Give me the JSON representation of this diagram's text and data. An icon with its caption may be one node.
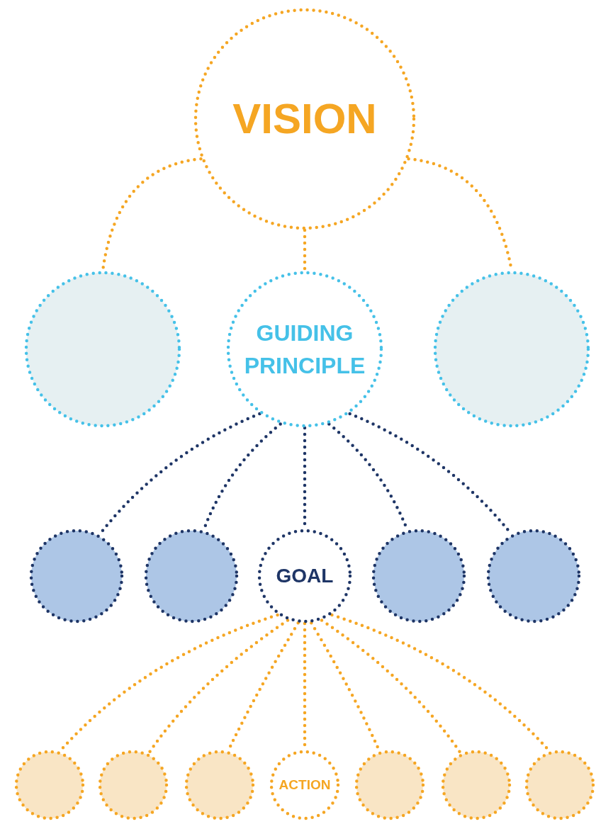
{
  "diagram": {
    "nodes": [
      {
        "text": [
          "VISION"
        ]
      },
      {
        "text": [],
        "shape": "circle"
      },
      {
        "text": [
          "GUIDING PRINCIPLE"
        ]
      },
      {
        "text": [],
        "shape": "circle"
      },
      {
        "text": [],
        "shape": "circle"
      },
      {
        "text": [],
        "shape": "circle"
      },
      {
        "text": [
          "GOAL"
        ]
      },
      {
        "text": [],
        "shape": "circle"
      },
      {
        "text": [],
        "shape": "circle"
      },
      {
        "text": [],
        "shape": "circle"
      },
      {
        "text": [],
        "shape": "circle"
      },
      {
        "text": [],
        "shape": "circle"
      },
      {
        "text": [
          "ACTION"
        ]
      },
      {
        "text": [],
        "shape": "circle"
      },
      {
        "text": [],
        "shape": "circle"
      },
      {
        "text": [],
        "shape": "circle"
      }
    ],
    "edges": [
      {
        "from": 0,
        "to": 1,
        "arrow": "none"
      },
      {
        "from": 0,
        "to": 2,
        "arrow": "none"
      },
      {
        "from": 0,
        "to": 3,
        "arrow": "none"
      },
      {
        "from": 2,
        "to": 4,
        "arrow": "none",
        "color": "#1e3566"
      },
      {
        "from": 2,
        "to": 5,
        "arrow": "none",
        "color": "#1e3566"
      },
      {
        "from": 2,
        "to": 6,
        "arrow": "none",
        "color": "#1e3566"
      },
      {
        "from": 2,
        "to": 7,
        "arrow": "none",
        "color": "#1e3566"
      },
      {
        "from": 2,
        "to": 8,
        "arrow": "none",
        "color": "#1e3566"
      },
      {
        "from": 6,
        "to": 9,
        "arrow": "none"
      },
      {
        "from": 6,
        "to": 10,
        "arrow": "none"
      },
      {
        "from": 6,
        "to": 11,
        "arrow": "none"
      },
      {
        "from": 6,
        "to": 12,
        "arrow": "none"
      },
      {
        "from": 6,
        "to": 13,
        "arrow": "none"
      },
      {
        "from": 6,
        "to": 14,
        "arrow": "none"
      },
      {
        "from": 6,
        "to": 15,
        "arrow": "none"
      }
    ]
  }
}
